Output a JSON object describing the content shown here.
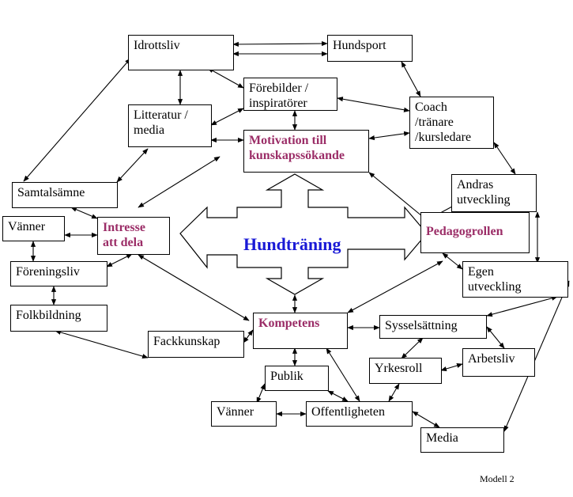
{
  "center": "Hundträning",
  "caption": "Modell 2",
  "accent_color": "#9b2d67",
  "center_color": "#1a1ad6",
  "nodes": {
    "idrottsliv": "Idrottsliv",
    "hundsport": "Hundsport",
    "forebilder": "Förebilder /\ninspiratörer",
    "litteratur": "Litteratur /\nmedia",
    "coach": "Coach\n/tränare\n/kursledare",
    "motivation": "Motivation till\nkunskapssökande",
    "samtalsamne": "Samtalsämne",
    "andras": "Andras\nutveckling",
    "vanner_left": "Vänner",
    "intresse": "Intresse\natt dela",
    "pedagogrollen": "Pedagogrollen",
    "foreningsliv": "Föreningsliv",
    "egen": "Egen\nutveckling",
    "folkbildning": "Folkbildning",
    "kompetens": "Kompetens",
    "sysselsattning": "Sysselsättning",
    "fackkunskap": "Fackkunskap",
    "arbetsliv": "Arbetsliv",
    "publik": "Publik",
    "yrkesroll": "Yrkesroll",
    "vanner_bottom": "Vänner",
    "offentligheten": "Offentligheten",
    "media": "Media"
  }
}
